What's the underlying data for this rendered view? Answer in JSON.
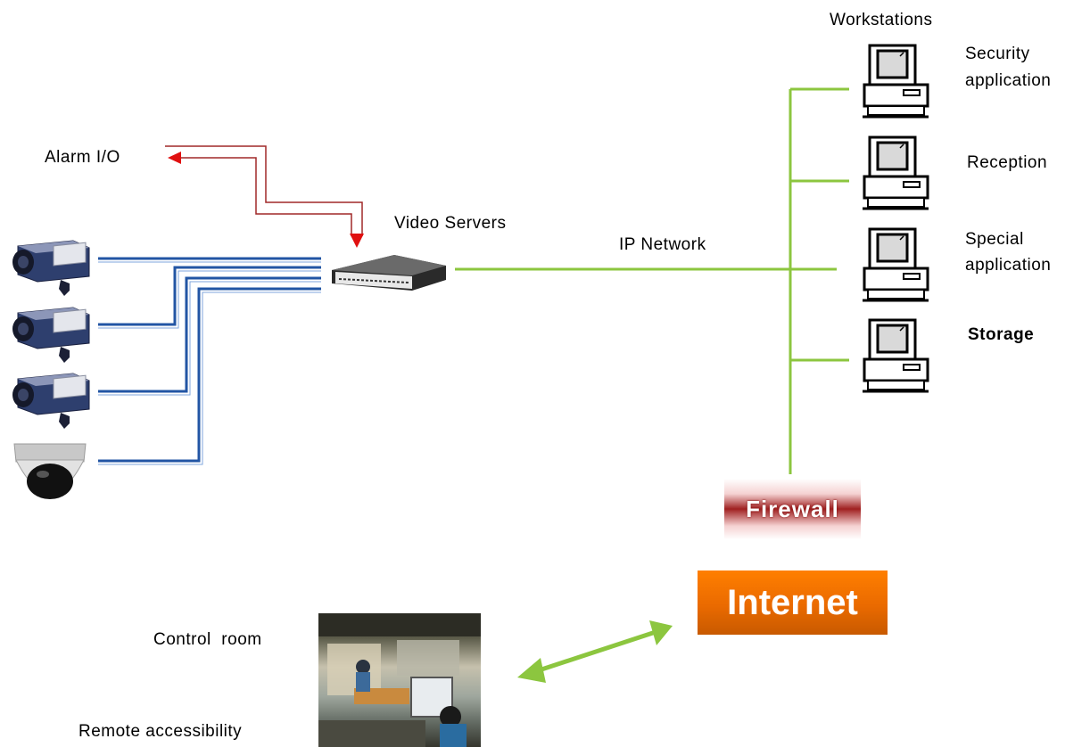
{
  "labels": {
    "workstations": "Workstations",
    "security_application": [
      "Security",
      "application"
    ],
    "reception": "Reception",
    "special_application": [
      "Special",
      "application"
    ],
    "storage": "Storage",
    "alarm_io": "Alarm I/O",
    "video_servers": "Video Servers",
    "ip_network": "IP Network",
    "firewall": "Firewall",
    "internet": "Internet",
    "control_room": "Control  room",
    "remote_accessibility": "Remote accessibility"
  },
  "colors": {
    "ip_network_line": "#8cc63f",
    "camera_cable": "#2255a4",
    "alarm_line": "#a02828",
    "alarm_arrow": "#e01010",
    "remote_arrow": "#8cc63f",
    "firewall": "#a02020",
    "internet": "#ee6f00"
  },
  "icons": {
    "workstations": [
      "computer-icon",
      "computer-icon",
      "computer-icon",
      "computer-icon"
    ],
    "cameras": [
      "box-camera-icon",
      "box-camera-icon",
      "box-camera-icon",
      "dome-camera-icon"
    ],
    "video_server": "video-server-icon",
    "control_room": "control-room-photo"
  }
}
